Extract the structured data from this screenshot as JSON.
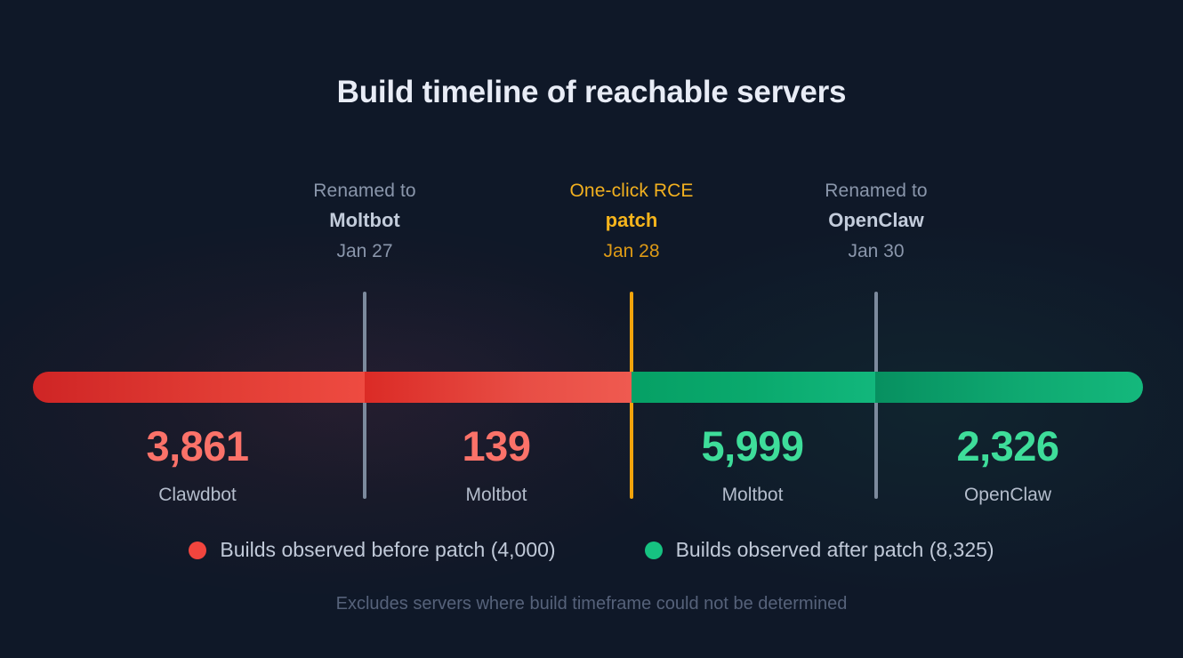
{
  "chart_data": {
    "type": "bar",
    "title": "Build timeline of reachable servers",
    "orientation": "horizontal-stacked",
    "footnote": "Excludes servers where build timeframe could not be determined",
    "xlabel": "",
    "ylabel": "",
    "grid": false,
    "legend_position": "bottom",
    "categories": [
      "Clawdbot",
      "Moltbot",
      "Moltbot",
      "OpenClaw"
    ],
    "values": [
      3861,
      139,
      5999,
      2326
    ],
    "value_labels": [
      "3,861",
      "139",
      "5,999",
      "2,326"
    ],
    "segments": [
      {
        "value_label": "3,861",
        "value": 3861,
        "name": "Clawdbot",
        "group": "before",
        "color": "#fb7269",
        "width_pct": 29.9
      },
      {
        "value_label": "139",
        "value": 139,
        "name": "Moltbot",
        "group": "before",
        "color": "#fb7269",
        "width_pct": 24.0
      },
      {
        "value_label": "5,999",
        "value": 5999,
        "name": "Moltbot",
        "group": "after",
        "color": "#3edd9a",
        "width_pct": 22.0
      },
      {
        "value_label": "2,326",
        "value": 2326,
        "name": "OpenClaw",
        "group": "after",
        "color": "#3edd9a",
        "width_pct": 24.1
      }
    ],
    "series": [
      {
        "name": "Builds observed before patch",
        "total": 4000,
        "total_label": "4,000",
        "color": "#f2453e"
      },
      {
        "name": "Builds observed after patch",
        "total": 8325,
        "total_label": "8,325",
        "color": "#16c281"
      }
    ],
    "annotations": [
      {
        "prefix": "Renamed to",
        "name": "Moltbot",
        "date": "Jan 27",
        "accent": false,
        "x_pct": 30.8
      },
      {
        "prefix": "One-click RCE",
        "name": "patch",
        "date": "Jan 28",
        "accent": true,
        "x_pct": 53.4
      },
      {
        "prefix": "Renamed to",
        "name": "OpenClaw",
        "date": "Jan 30",
        "accent": false,
        "x_pct": 74.0
      }
    ]
  },
  "markers": [
    {
      "prefix": "Renamed to",
      "name": "Moltbot",
      "date": "Jan 27"
    },
    {
      "prefix": "One-click RCE",
      "name": "patch",
      "date": "Jan 28"
    },
    {
      "prefix": "Renamed to",
      "name": "OpenClaw",
      "date": "Jan 30"
    }
  ],
  "values": [
    {
      "number": "3,861",
      "label": "Clawdbot"
    },
    {
      "number": "139",
      "label": "Moltbot"
    },
    {
      "number": "5,999",
      "label": "Moltbot"
    },
    {
      "number": "2,326",
      "label": "OpenClaw"
    }
  ],
  "legend": [
    {
      "text": "Builds observed before patch (4,000)"
    },
    {
      "text": "Builds observed after patch (8,325)"
    }
  ],
  "colors": {
    "background": "#0f1828",
    "title": "#e8ecf6",
    "accent_amber": "#f5b41c",
    "divider_gray": "#7c8a9d",
    "red": "#fb7269",
    "green": "#3edd9a",
    "legend_red": "#f2453e",
    "legend_green": "#16c281",
    "muted": "#8a96ab",
    "footnote": "#56627a"
  }
}
